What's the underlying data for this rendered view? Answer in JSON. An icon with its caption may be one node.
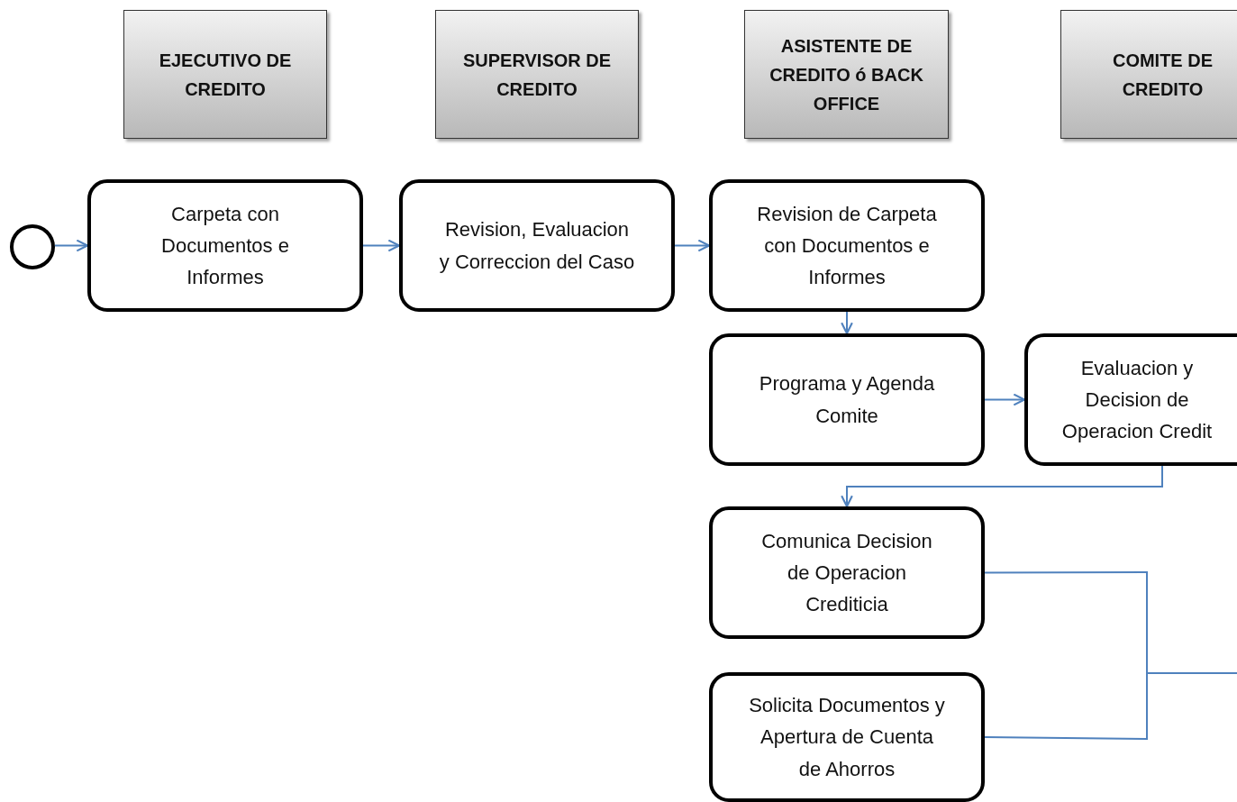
{
  "diagram": {
    "nodes": [
      {
        "text": [
          "EJECUTIVO DE CREDITO"
        ]
      },
      {
        "text": [
          "SUPERVISOR DE CREDITO"
        ]
      },
      {
        "text": [
          "ASISTENTE DE CREDITO ó BACK OFFICE"
        ]
      },
      {
        "text": [
          "COMITE DE CREDITO"
        ]
      },
      {
        "text": [],
        "shape": "circle"
      },
      {
        "text": [
          "Carpeta con Documentos e Informes"
        ]
      },
      {
        "text": [
          "Revision, Evaluacion y Correccion del Caso"
        ]
      },
      {
        "text": [
          "Revision de Carpeta con Documentos e Informes"
        ]
      },
      {
        "text": [
          "Programa y Agenda Comite"
        ]
      },
      {
        "text": [
          "Evaluacion y Decision de Operacion Credit"
        ]
      },
      {
        "text": [
          "Comunica Decision de Operacion Crediticia"
        ]
      },
      {
        "text": [
          "Solicita Documentos y Apertura de Cuenta de Ahorros"
        ]
      }
    ],
    "edges": [
      {
        "from": 4,
        "to": 5,
        "arrow": "to"
      },
      {
        "from": 5,
        "to": 6,
        "arrow": "to"
      },
      {
        "from": 6,
        "to": 7,
        "arrow": "to"
      },
      {
        "from": 7,
        "to": 8,
        "arrow": "to"
      },
      {
        "from": 8,
        "to": 9,
        "arrow": "to"
      },
      {
        "from": 9,
        "to": 10,
        "arrow": "to"
      },
      {
        "from": 10,
        "to": null,
        "arrow": "none"
      },
      {
        "from": 11,
        "to": null,
        "arrow": "none"
      }
    ]
  }
}
